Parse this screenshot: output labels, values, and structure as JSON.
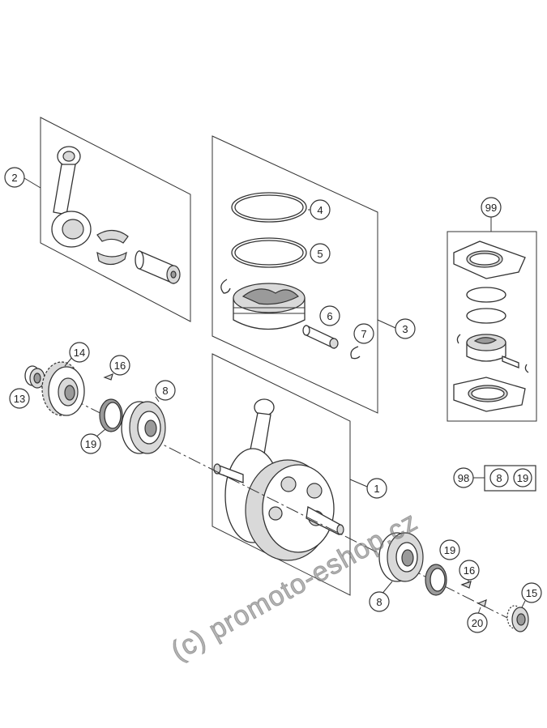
{
  "callouts": {
    "c1": "1",
    "c2": "2",
    "c3": "3",
    "c4": "4",
    "c5": "5",
    "c6": "6",
    "c7": "7",
    "c8a": "8",
    "c8b": "8",
    "c13": "13",
    "c14": "14",
    "c16a": "16",
    "c16b": "16",
    "c15": "15",
    "c19a": "19",
    "c19b": "19",
    "c20": "20",
    "c99": "99",
    "c98": "98"
  },
  "kit_box": {
    "items": [
      "8",
      "19"
    ]
  },
  "watermark": "(c) promoto-eshop.cz"
}
